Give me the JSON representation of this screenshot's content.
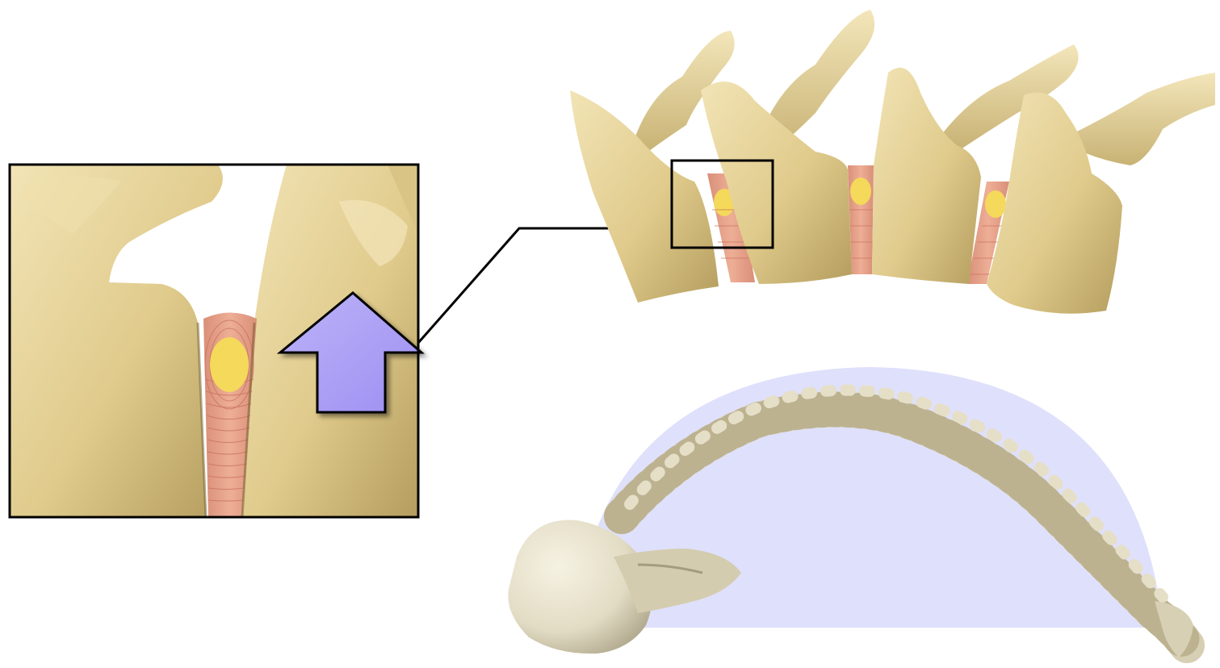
{
  "figure": {
    "panels": [
      "zoomed-intervertebral-detail",
      "vertebra-segment",
      "full-spine-with-skull"
    ]
  },
  "colors": {
    "bone": "#e3cf93",
    "bone_light": "#f1e3b4",
    "bone_dark": "#b09a5c",
    "disc": "#e7a38a",
    "disc_line": "#c9725e",
    "nucleus": "#f4d95a",
    "arrow": "#a99cf4",
    "arc": "#dfe0fb",
    "spine": "#ddd6bf",
    "spine_dark": "#b4ab8b",
    "frame": "#000000"
  },
  "icons": {
    "arrow": "up-arrow-icon"
  }
}
